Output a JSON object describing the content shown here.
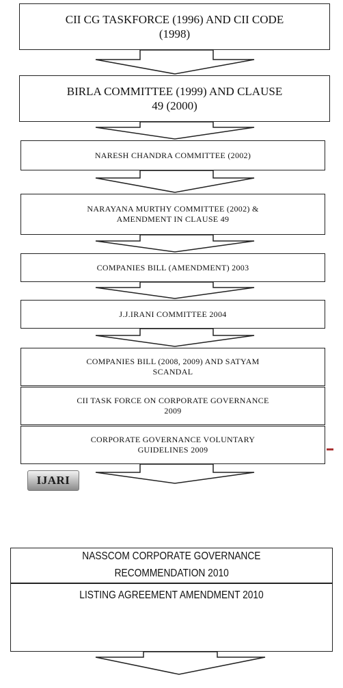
{
  "boxes": [
    {
      "line1": "CII CG TASKFORCE (1996) AND CII CODE",
      "line2": "(1998)"
    },
    {
      "line1": "BIRLA COMMITTEE (1999) AND CLAUSE",
      "line2": "49 (2000)"
    },
    {
      "line1": "NARESH CHANDRA COMMITTEE (2002)",
      "line2": ""
    },
    {
      "line1": "NARAYANA MURTHY COMMITTEE (2002) &",
      "line2": "AMENDMENT IN CLAUSE 49"
    },
    {
      "line1": "COMPANIES BILL (AMENDMENT) 2003",
      "line2": ""
    },
    {
      "line1": "J.J.IRANI COMMITTEE 2004",
      "line2": ""
    },
    {
      "line1": "COMPANIES BILL (2008, 2009) AND SATYAM",
      "line2": "SCANDAL"
    },
    {
      "line1": "CII TASK FORCE ON CORPORATE GOVERNANCE",
      "line2": "2009"
    },
    {
      "line1": "CORPORATE GOVERNANCE VOLUNTARY",
      "line2": "GUIDELINES 2009"
    }
  ],
  "big_box": {
    "line1": "NASSCOM CORPORATE GOVERNANCE",
    "line2": "RECOMMENDATION 2010",
    "line3": "LISTING AGREEMENT AMENDMENT 2010"
  },
  "badge": "IJARI"
}
